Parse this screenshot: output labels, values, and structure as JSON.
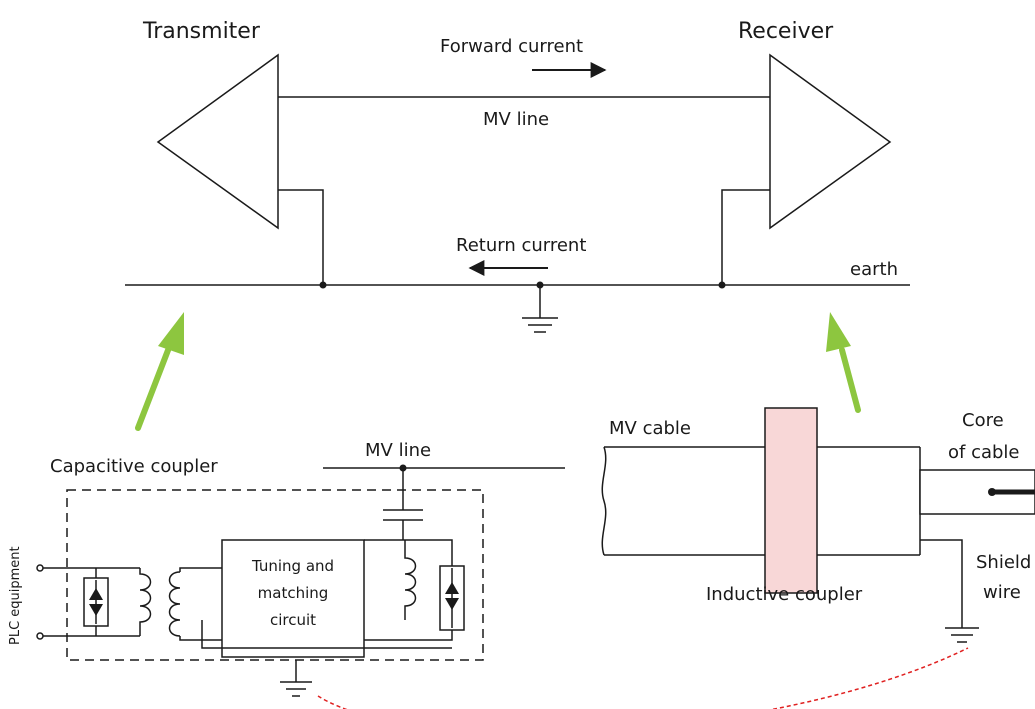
{
  "labels": {
    "transmitter": "Transmiter",
    "receiver": "Receiver",
    "forward_current": "Forward current",
    "mv_line_top": "MV line",
    "return_current": "Return current",
    "earth": "earth",
    "capacitive_coupler": "Capacitive coupler",
    "mv_line_coupler": "MV line",
    "tuning_line1": "Tuning and",
    "tuning_line2": "matching",
    "tuning_line3": "circuit",
    "plc_equipment": "PLC equipment",
    "mv_cable": "MV cable",
    "core_line1": "Core",
    "core_line2": "of cable",
    "shield_line1": "Shield",
    "shield_line2": "wire",
    "inductive_coupler": "Inductive coupler"
  },
  "colors": {
    "line": "#1a1a1a",
    "accent_arrow": "#8dc63f",
    "coupler_fill": "#f8d7d7",
    "dashed_red": "#e02020"
  }
}
